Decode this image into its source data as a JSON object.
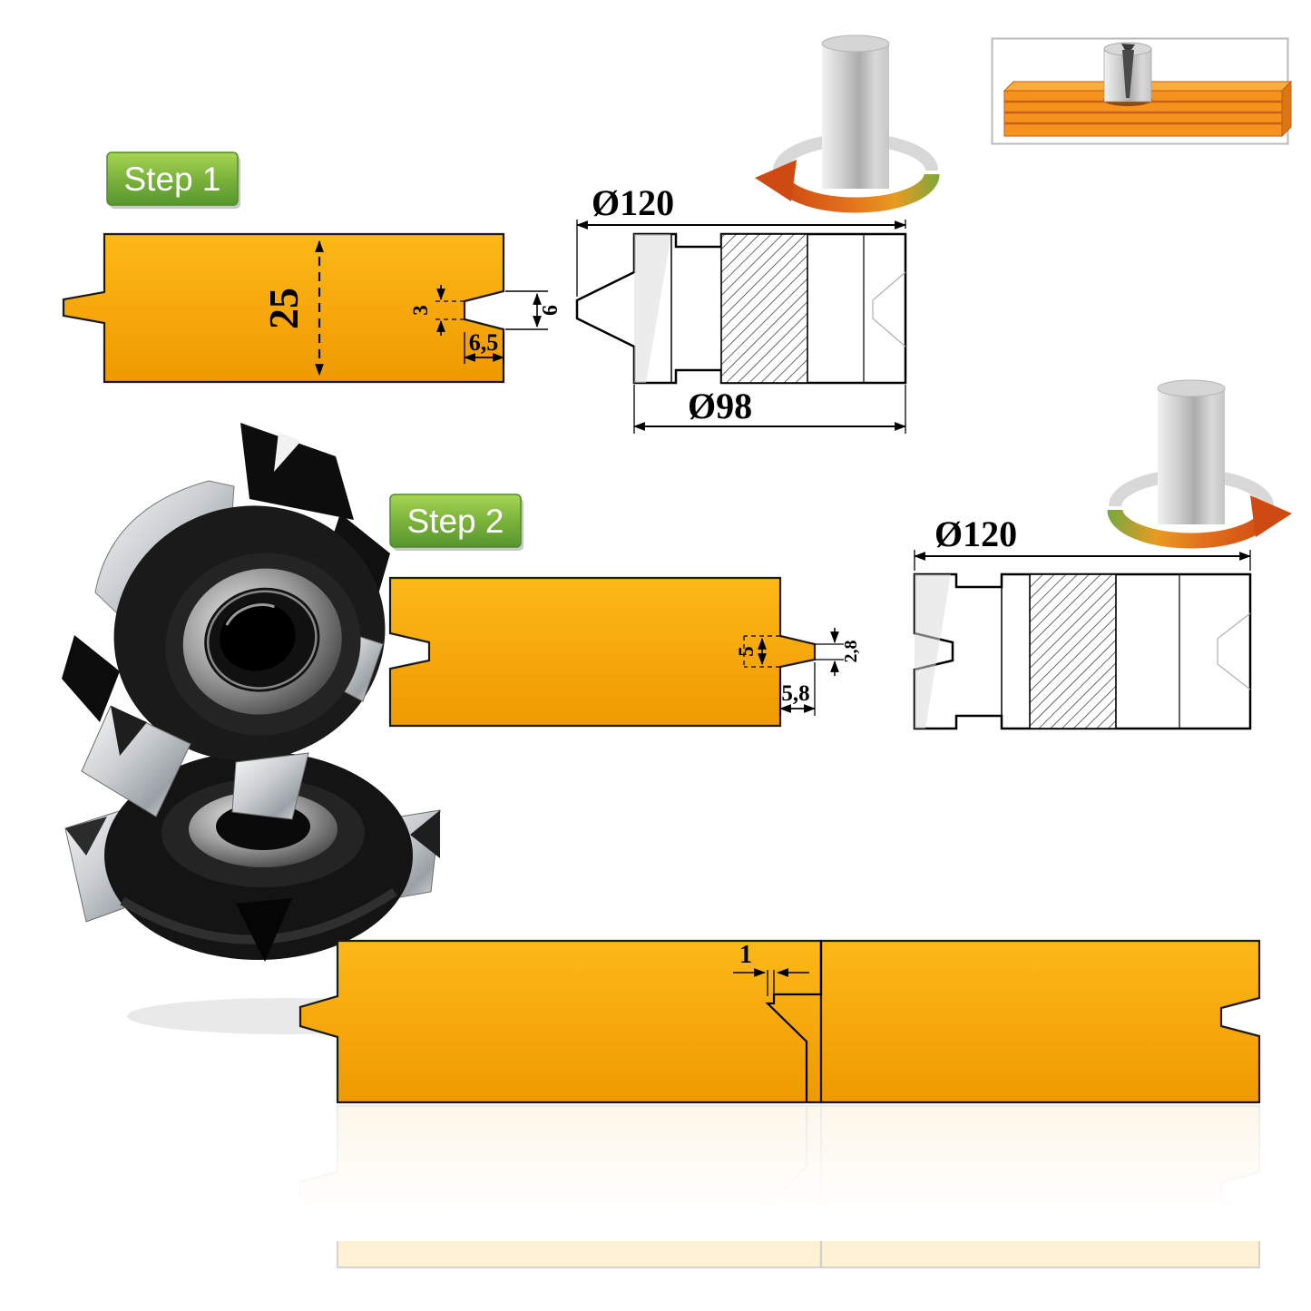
{
  "steps": {
    "step1_label": "Step 1",
    "step2_label": "Step 2"
  },
  "step1_board": {
    "thickness": "25",
    "groove_tip_height": "3",
    "groove_mouth_height": "6",
    "groove_depth": "6,5"
  },
  "step1_cutter": {
    "outer_diameter": "Ø120",
    "body_diameter": "Ø98"
  },
  "step2_board": {
    "tongue_base_height": "5",
    "tongue_tip_height": "2,8",
    "tongue_length": "5,8"
  },
  "step2_cutter": {
    "outer_diameter": "Ø120"
  },
  "assembly": {
    "surface_gap": "1"
  },
  "colors": {
    "board": "#F6A70B",
    "board_light": "#FCB917",
    "board_dark": "#EE9A00",
    "step_label_green_top": "#A8D553",
    "step_label_green_bottom": "#56962E",
    "rotation_orange": "#CE4A12",
    "rotation_green": "#7FA73C",
    "dimension": "#000000"
  },
  "icons": {
    "rotation": "rotation-arrow-icon",
    "spindle": "spindle-cylinder-icon",
    "thumbnail": "cutter-on-board-thumbnail",
    "photo": "cutter-head-photo"
  }
}
